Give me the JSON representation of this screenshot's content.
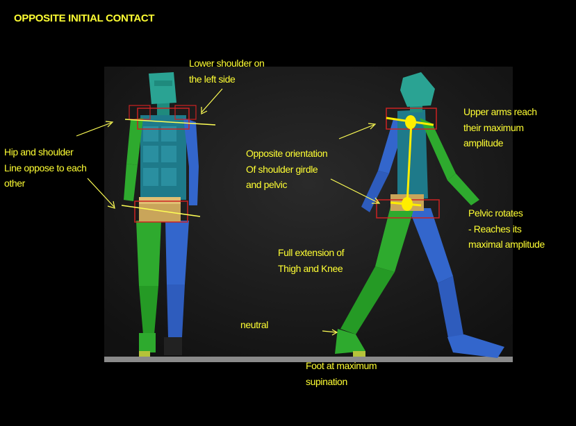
{
  "title": "OPPOSITE INITIAL CONTACT",
  "annotations": {
    "lower_shoulder": "Lower shoulder on\nthe left side",
    "hip_shoulder": "Hip and shoulder\nLine oppose to each\nother",
    "opposite_orientation": "Opposite orientation\nOf shoulder girdle\nand pelvic",
    "upper_arms": "Upper arms reach\ntheir maximum\namplitude",
    "pelvic_rotates": "Pelvic rotates\n- Reaches its\nmaximal amplitude",
    "full_extension": "Full extension of\nThigh and Knee",
    "neutral": "neutral",
    "foot": "Foot at maximum\nsupination"
  },
  "colors": {
    "background": "#000000",
    "viewport": "#1a1a1a",
    "floor": "#8a8a8a",
    "label": "#ffff33",
    "right_limb": "#2eaa2e",
    "left_limb": "#3366cc",
    "torso": "#1e7a8a",
    "head": "#2aa393",
    "pelvis": "#c9a55a",
    "marker": "#ffee00",
    "girdle_box": "#cc2222"
  }
}
